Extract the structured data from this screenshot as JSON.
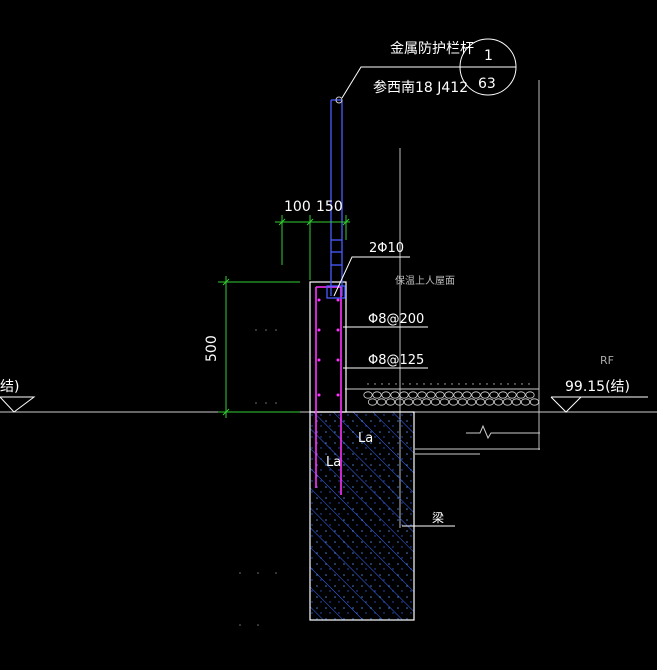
{
  "callout": {
    "title": "金属防护栏杆",
    "ref": "参西南18 J412",
    "detail_top": "1",
    "detail_bottom": "63"
  },
  "dimensions": {
    "d_100": "100",
    "d_150": "150",
    "d_500": "500"
  },
  "rebar": {
    "top_bars": "2Φ10",
    "stirrup_1": "Φ8@200",
    "stirrup_2": "Φ8@125",
    "anchor_left": "La",
    "anchor_right": "La"
  },
  "notes": {
    "roof_layer": "保温上人屋面",
    "beam": "梁"
  },
  "levels": {
    "left_suffix": "结)",
    "right_code": "RF",
    "right_level": "99.15(结)"
  },
  "colors": {
    "background": "#000000",
    "line_white": "#ffffff",
    "line_grey": "#c8c8c8",
    "dim_green": "#33cc33",
    "rebar_magenta": "#ff33ff",
    "rail_blue": "#4a5cff",
    "hatch_blue": "#3a6cff"
  }
}
